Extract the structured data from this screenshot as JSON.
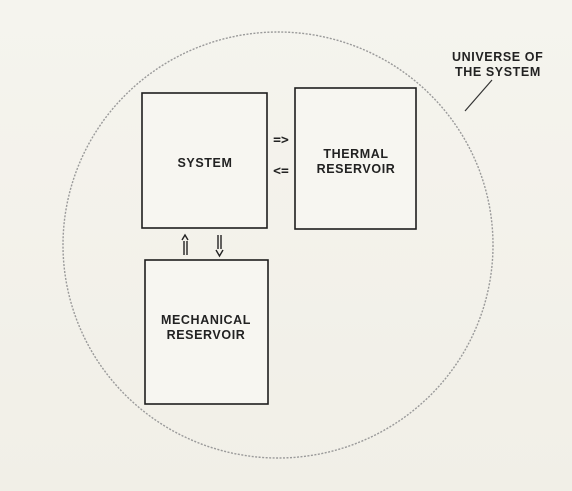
{
  "universe": {
    "label_line1": "UNIVERSE OF",
    "label_line2": "THE SYSTEM"
  },
  "system": {
    "label": "SYSTEM"
  },
  "thermal_reservoir": {
    "label_line1": "THERMAL",
    "label_line2": "RESERVOIR"
  },
  "mechanical_reservoir": {
    "label_line1": "MECHANICAL",
    "label_line2": "RESERVOIR"
  },
  "arrows": {
    "to_thermal": "=>",
    "from_thermal": "<="
  }
}
